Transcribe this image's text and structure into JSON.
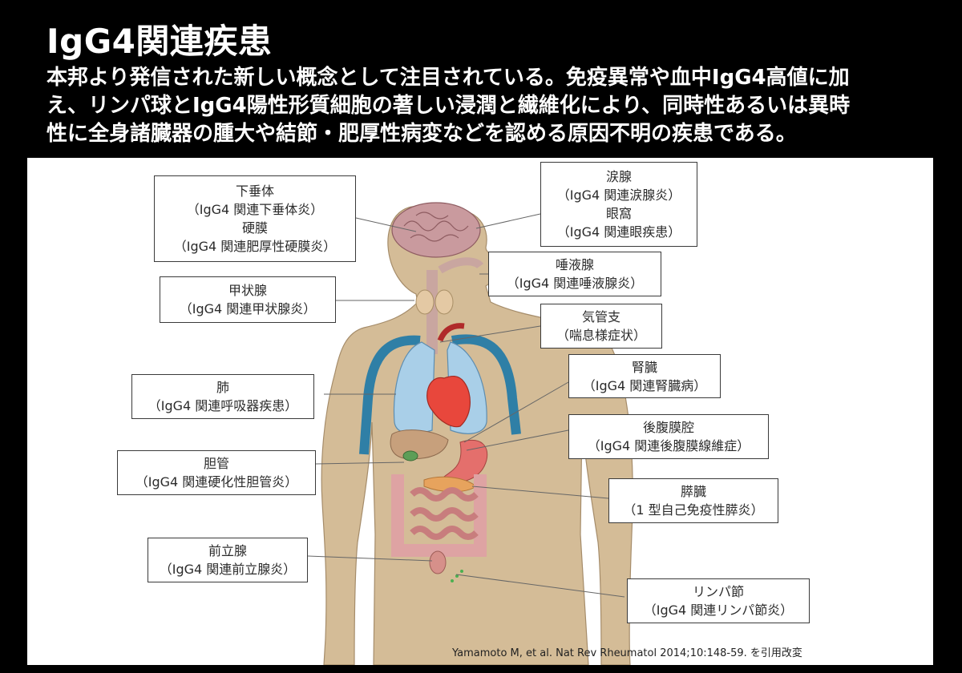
{
  "title": "IgG4関連疾患",
  "description": [
    "本邦より発信された新しい概念として注目されている。免疫異常や血中IgG4高値に加",
    "え、リンパ球とIgG4陽性形質細胞の著しい浸潤と繊維化により、同時性あるいは異時",
    "性に全身諸臓器の腫大や結節・肥厚性病変などを認める原因不明の疾患である。"
  ],
  "labels": {
    "pituitary": {
      "organ": "下垂体",
      "disease": "（IgG4 関連下垂体炎）"
    },
    "dura": {
      "organ": "硬膜",
      "disease": "（IgG4 関連肥厚性硬膜炎）"
    },
    "lacrimal": {
      "organ": "涙腺",
      "disease": "（IgG4 関連涙腺炎）"
    },
    "orbit": {
      "organ": "眼窩",
      "disease": "（IgG4 関連眼疾患）"
    },
    "salivary": {
      "organ": "唾液腺",
      "disease": "（IgG4 関連唾液腺炎）"
    },
    "thyroid": {
      "organ": "甲状腺",
      "disease": "（IgG4 関連甲状腺炎）"
    },
    "bronchus": {
      "organ": "気管支",
      "disease": "（喘息様症状）"
    },
    "kidney": {
      "organ": "腎臓",
      "disease": "（IgG4 関連腎臓病）"
    },
    "lung": {
      "organ": "肺",
      "disease": "（IgG4 関連呼吸器疾患）"
    },
    "retroperitoneum": {
      "organ": "後腹膜腔",
      "disease": "（IgG4 関連後腹膜線維症）"
    },
    "bile_duct": {
      "organ": "胆管",
      "disease": "（IgG4 関連硬化性胆管炎）"
    },
    "pancreas": {
      "organ": "膵臓",
      "disease": "（1 型自己免疫性膵炎）"
    },
    "prostate": {
      "organ": "前立腺",
      "disease": "（IgG4 関連前立腺炎）"
    },
    "lymph_node": {
      "organ": "リンパ節",
      "disease": "（IgG4 関連リンパ節炎）"
    }
  },
  "citation": "Yamamoto M, et al. Nat Rev Rheumatol 2014;10:148-59. を引用改変",
  "colors": {
    "background": "#000000",
    "panel": "#ffffff",
    "skin": "#d4bc97",
    "lung": "#a9cfe8",
    "heart": "#e8473c",
    "brain": "#c99a9e",
    "intestine": "#dea3a3",
    "trachea_vessel": "#2f7fa6"
  }
}
